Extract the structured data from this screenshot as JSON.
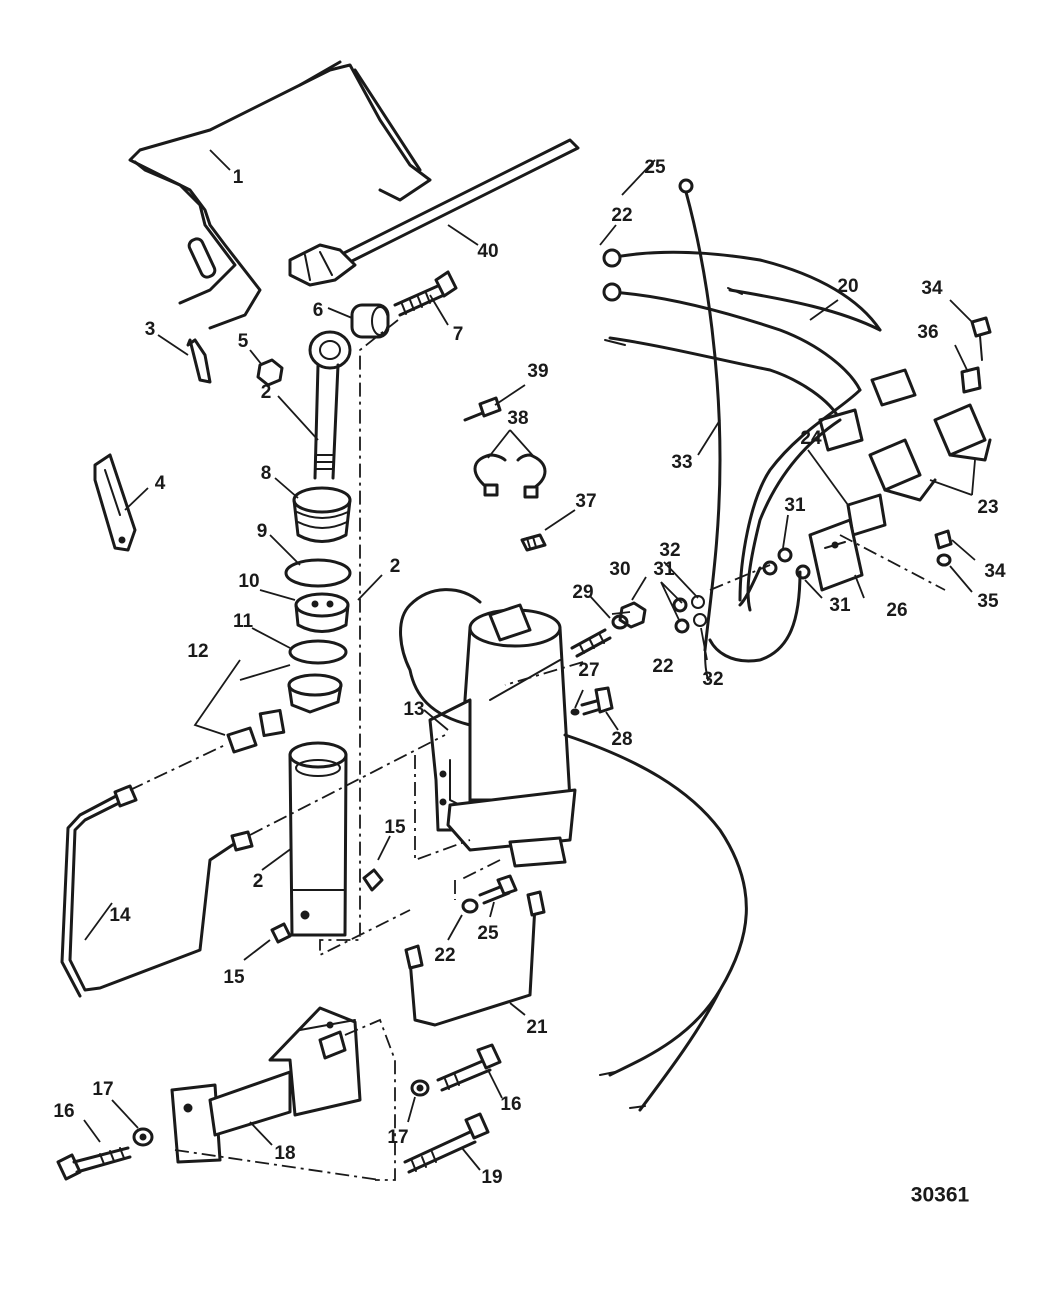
{
  "figure_id": "30361",
  "callouts": {
    "c1": "1",
    "c2a": "2",
    "c2b": "2",
    "c2c": "2",
    "c3": "3",
    "c4": "4",
    "c5": "5",
    "c6": "6",
    "c7": "7",
    "c8": "8",
    "c9": "9",
    "c10": "10",
    "c11": "11",
    "c12": "12",
    "c13": "13",
    "c14": "14",
    "c15a": "15",
    "c15b": "15",
    "c16a": "16",
    "c16b": "16",
    "c17a": "17",
    "c17b": "17",
    "c18": "18",
    "c19": "19",
    "c20": "20",
    "c21": "21",
    "c22a": "22",
    "c22b": "22",
    "c22c": "22",
    "c23": "23",
    "c24": "24",
    "c25a": "25",
    "c25b": "25",
    "c26": "26",
    "c27": "27",
    "c28": "28",
    "c29": "29",
    "c30": "30",
    "c31a": "31",
    "c31b": "31",
    "c31c": "31",
    "c32a": "32",
    "c32b": "32",
    "c33": "33",
    "c34a": "34",
    "c34b": "34",
    "c35": "35",
    "c36": "36",
    "c37": "37",
    "c38": "38",
    "c39": "39",
    "c40": "40"
  }
}
